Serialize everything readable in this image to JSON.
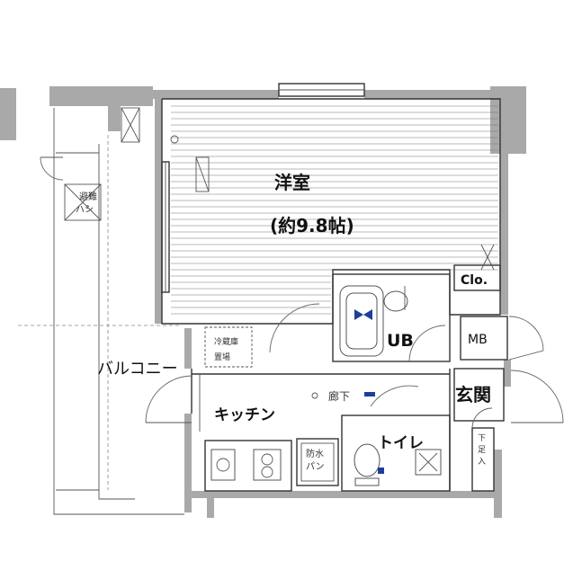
{
  "rooms": {
    "western_room": "洋室",
    "western_room_size": "(約9.8帖)",
    "closet": "Clo.",
    "bath": "UB",
    "meter_box": "MB",
    "balcony": "バルコニー",
    "kitchen": "キッチン",
    "corridor": "廊下",
    "entrance": "玄関",
    "toilet": "トイレ",
    "washer_pan": "防水\nパン",
    "washer_pan_line1": "防水",
    "washer_pan_line2": "パン",
    "evacuation_hatch_line1": "避難",
    "evacuation_hatch_line2": "ハシ",
    "shoe_storage": "下足入",
    "shoe_storage_v": "下\n足\n入",
    "storage_line1": "冷蔵庫",
    "storage_line2": "置場"
  },
  "colors": {
    "wall": "#a9a9a9",
    "ink": "#111111",
    "accent": "#1c3f9c"
  }
}
